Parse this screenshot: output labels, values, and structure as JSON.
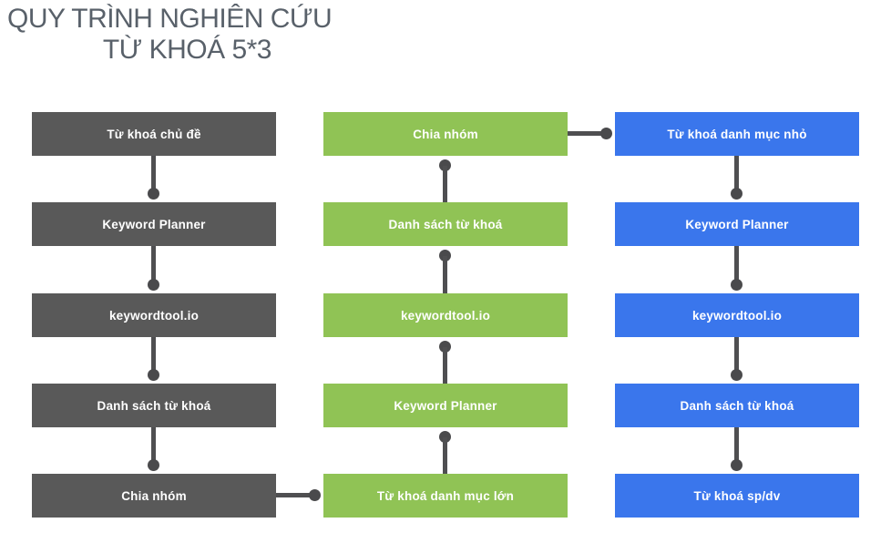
{
  "title": {
    "line1": "QUY TRÌNH NGHIÊN CỨU",
    "line2": "TỪ KHOÁ 5*3"
  },
  "colors": {
    "column1_dark_gray": "#595959",
    "column2_green": "#90c355",
    "column3_blue": "#3a76ec",
    "connector_gray": "#4f4f51",
    "title_text": "#59616a",
    "box_text": "#ffffff",
    "background": "#ffffff"
  },
  "columns": [
    {
      "name": "topic-keyword-column",
      "flow": "down",
      "boxes": [
        "Từ khoá chủ đề",
        "Keyword Planner",
        "keywordtool.io",
        "Danh sách từ khoá",
        "Chia nhóm"
      ]
    },
    {
      "name": "large-category-column",
      "flow": "up",
      "boxes": [
        "Chia nhóm",
        "Danh sách từ khoá",
        "keywordtool.io",
        "Keyword Planner",
        "Từ khoá danh mục lớn"
      ]
    },
    {
      "name": "small-category-column",
      "flow": "down",
      "boxes": [
        "Từ khoá danh mục nhỏ",
        "Keyword Planner",
        "keywordtool.io",
        "Danh sách từ khoá",
        "Từ khoá sp/dv"
      ]
    }
  ],
  "connections": [
    "column1: Chia nhóm → column2: Từ khoá danh mục lớn (horizontal, bottom row)",
    "column2: Chia nhóm → column3: Từ khoá danh mục nhỏ (horizontal, top row)"
  ]
}
